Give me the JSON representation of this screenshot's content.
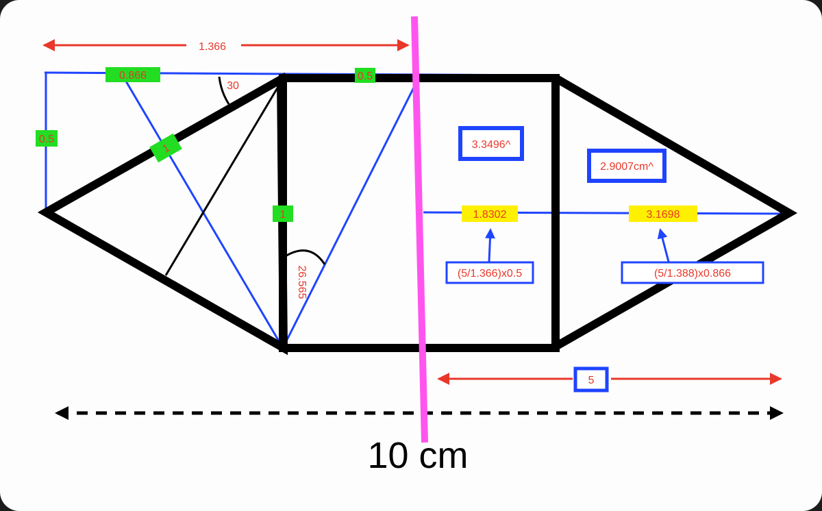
{
  "diagram": {
    "top_width": "1.366",
    "left_hyp_horizontal": "0.866",
    "square_top_segment": "0.5",
    "left_vertical": "0.5",
    "angle_top": "30",
    "left_hypotenuse": "1",
    "square_side": "1",
    "angle_bottom": "26.565",
    "area_square": "3.3496^",
    "area_triangle": "2.9007cm^",
    "mid_left_segment": "1.8302",
    "mid_right_segment": "3.1698",
    "formula_left": "(5/1.366)x0.5",
    "formula_right": "(5/1.388)x0.866",
    "half_width": "5",
    "total_width": "10 cm"
  },
  "colors": {
    "shape": "#000000",
    "construction": "#1f44ff",
    "dimension_arrow": "#e8382a",
    "label_text": "#e8382a",
    "green_tag": "#22dd22",
    "yellow_tag": "#fff000",
    "cut_line": "#ff55ee"
  }
}
